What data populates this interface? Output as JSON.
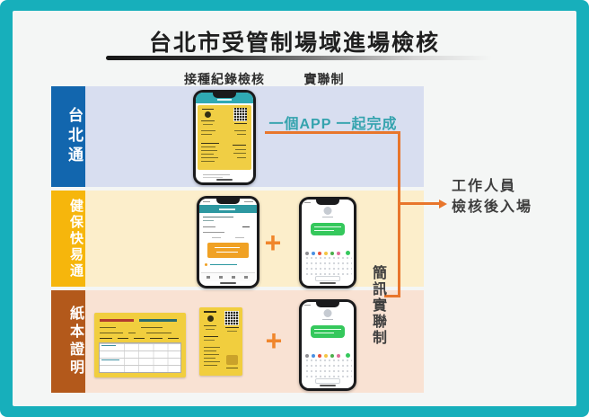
{
  "title": "台北市受管制場域進場檢核",
  "column_headers": {
    "vaccination_check": "接種紀錄檢核",
    "contact_tracing": "實聯制"
  },
  "rows": [
    {
      "label": "台北通",
      "color": "#1266ae",
      "bg": "#d8def0"
    },
    {
      "label": "健保快易通",
      "color": "#f6b60c",
      "bg": "#fceecb"
    },
    {
      "label": "紙本證明",
      "color": "#b3591b",
      "bg": "#f9e2d3"
    }
  ],
  "annotations": {
    "one_app_note": "一個APP 一起完成",
    "sms_contact_label": "簡訊實聯制",
    "staff_note": "工作人員\n檢核後入場",
    "plus_sign": "+"
  },
  "colors": {
    "frame_teal": "#17afbb",
    "accent_orange": "#e8762c",
    "note_teal": "#35a3ae",
    "message_green": "#35c85c",
    "card_yellow": "#f1ce3e",
    "title_black": "#1f1f1f"
  }
}
